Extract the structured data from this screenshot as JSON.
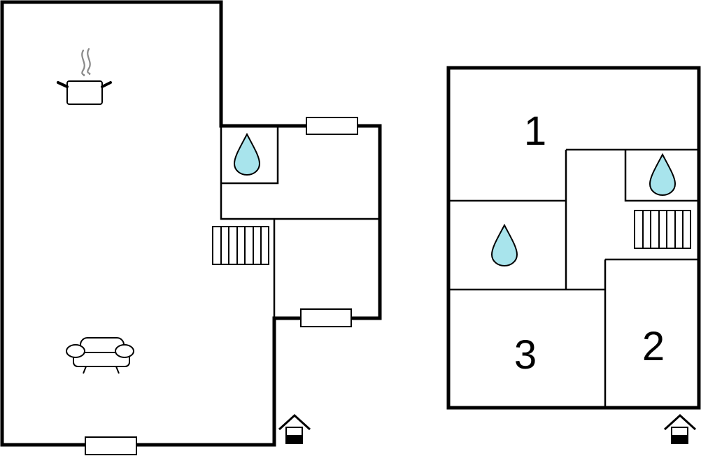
{
  "colors": {
    "wall": "#000000",
    "water_drop": "#a8e4ec",
    "background": "#ffffff",
    "steam": "#8a8a8a"
  },
  "rooms": {
    "r1": "1",
    "r2": "2",
    "r3": "3"
  },
  "icons": {
    "kitchen": "cooking-pot-icon",
    "living": "sofa-icon",
    "bathroom": "water-drop-icon",
    "stairs": "stairs-icon",
    "entrance": "entrance-house-icon"
  }
}
